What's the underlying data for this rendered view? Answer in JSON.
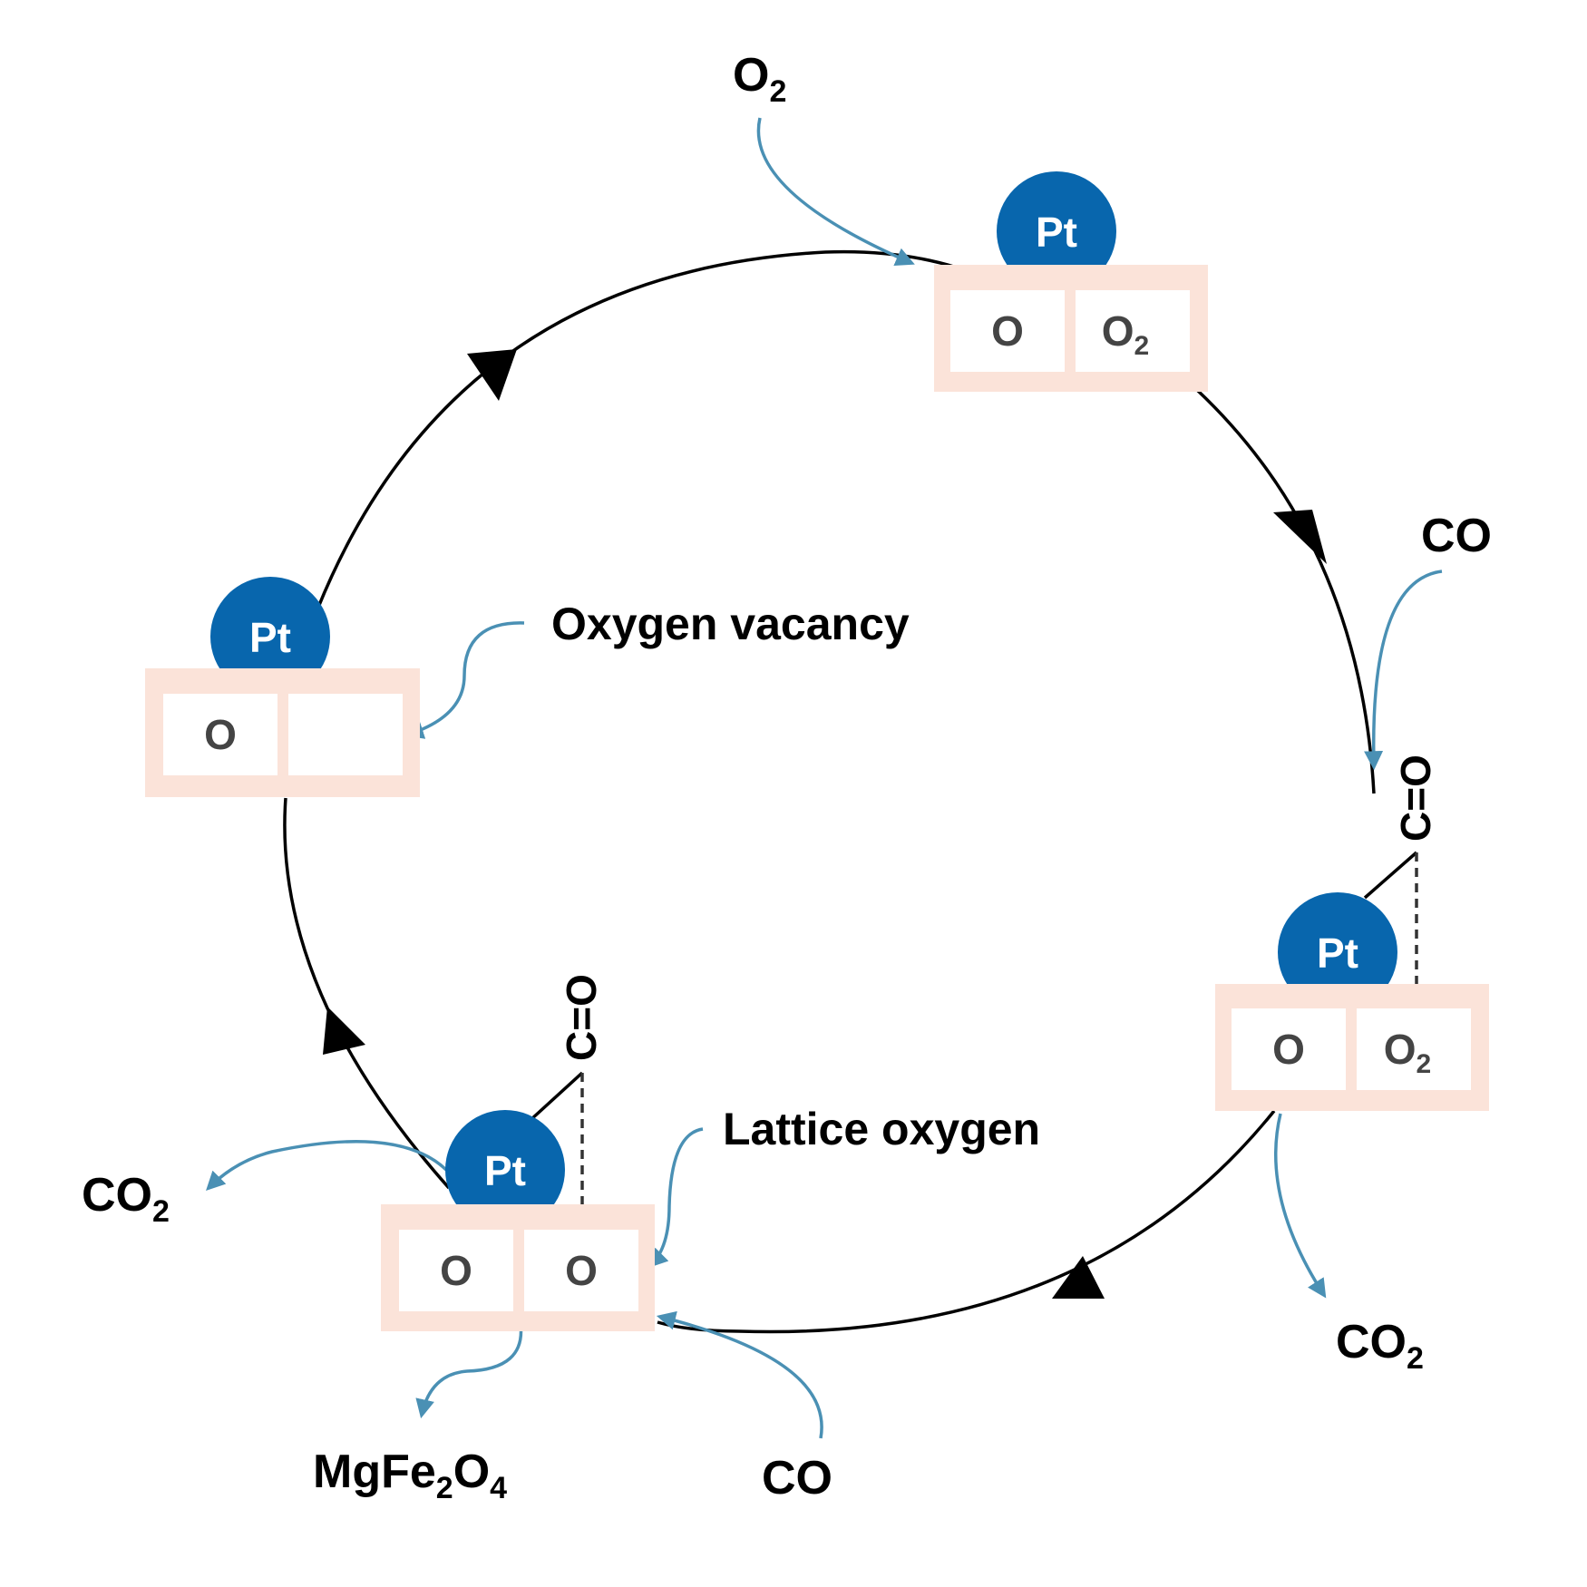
{
  "colors": {
    "platinum": "#0866ad",
    "lattice": "#fbe3d9",
    "cell": "#ffffff",
    "flow": "#4a90b4",
    "cycle": "#000000"
  },
  "states": {
    "top": {
      "pt": "Pt",
      "cell_left": "O",
      "cell_right_base": "O",
      "cell_right_sub": "2"
    },
    "right": {
      "pt": "Pt",
      "cell_left": "O",
      "cell_right_base": "O",
      "cell_right_sub": "2",
      "adsorbate": "C=O"
    },
    "bottom": {
      "pt": "Pt",
      "cell_left": "O",
      "cell_right": "O",
      "adsorbate": "C=O"
    },
    "left": {
      "pt": "Pt",
      "cell_left": "O",
      "cell_right": ""
    }
  },
  "labels": {
    "o2_in": {
      "base": "O",
      "sub": "2"
    },
    "co_in_right": "CO",
    "co2_out_right": {
      "base": "CO",
      "sub": "2"
    },
    "co_in_bottom": "CO",
    "mgfe2o4": {
      "a": "MgFe",
      "sub1": "2",
      "b": "O",
      "sub2": "4"
    },
    "co2_out_left": {
      "base": "CO",
      "sub": "2"
    },
    "oxygen_vacancy": "Oxygen vacancy",
    "lattice_oxygen": "Lattice oxygen"
  }
}
